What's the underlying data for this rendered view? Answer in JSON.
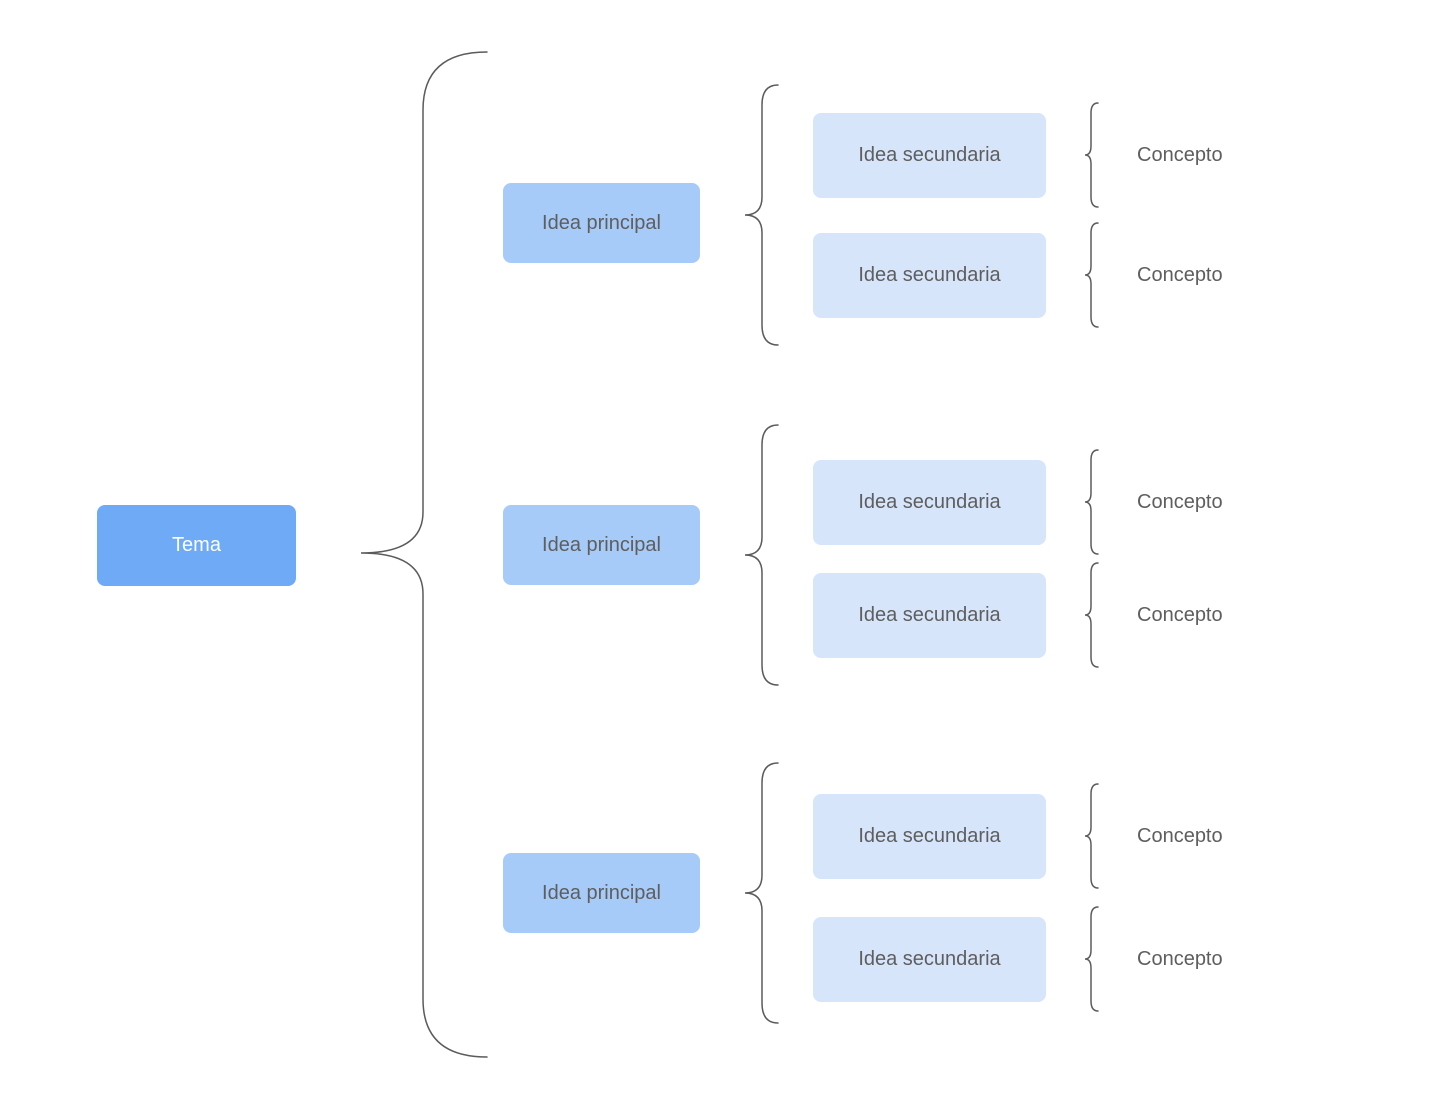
{
  "diagram": {
    "type": "synoptic-brace-chart",
    "root": {
      "label": "Tema"
    },
    "branches": [
      {
        "label": "Idea principal",
        "children": [
          {
            "label": "Idea secundaria",
            "concept": "Concepto"
          },
          {
            "label": "Idea secundaria",
            "concept": "Concepto"
          }
        ]
      },
      {
        "label": "Idea principal",
        "children": [
          {
            "label": "Idea secundaria",
            "concept": "Concepto"
          },
          {
            "label": "Idea secundaria",
            "concept": "Concepto"
          }
        ]
      },
      {
        "label": "Idea principal",
        "children": [
          {
            "label": "Idea secundaria",
            "concept": "Concepto"
          },
          {
            "label": "Idea secundaria",
            "concept": "Concepto"
          }
        ]
      }
    ],
    "colors": {
      "root_fill": "#6faaf7",
      "root_text": "#fbfdff",
      "branch_fill": "#a7cbf8",
      "leaf_fill": "#d7e5fb",
      "label_text": "#5e5e5e",
      "brace_stroke": "#5b5b5b",
      "background": "#ffffff"
    }
  }
}
